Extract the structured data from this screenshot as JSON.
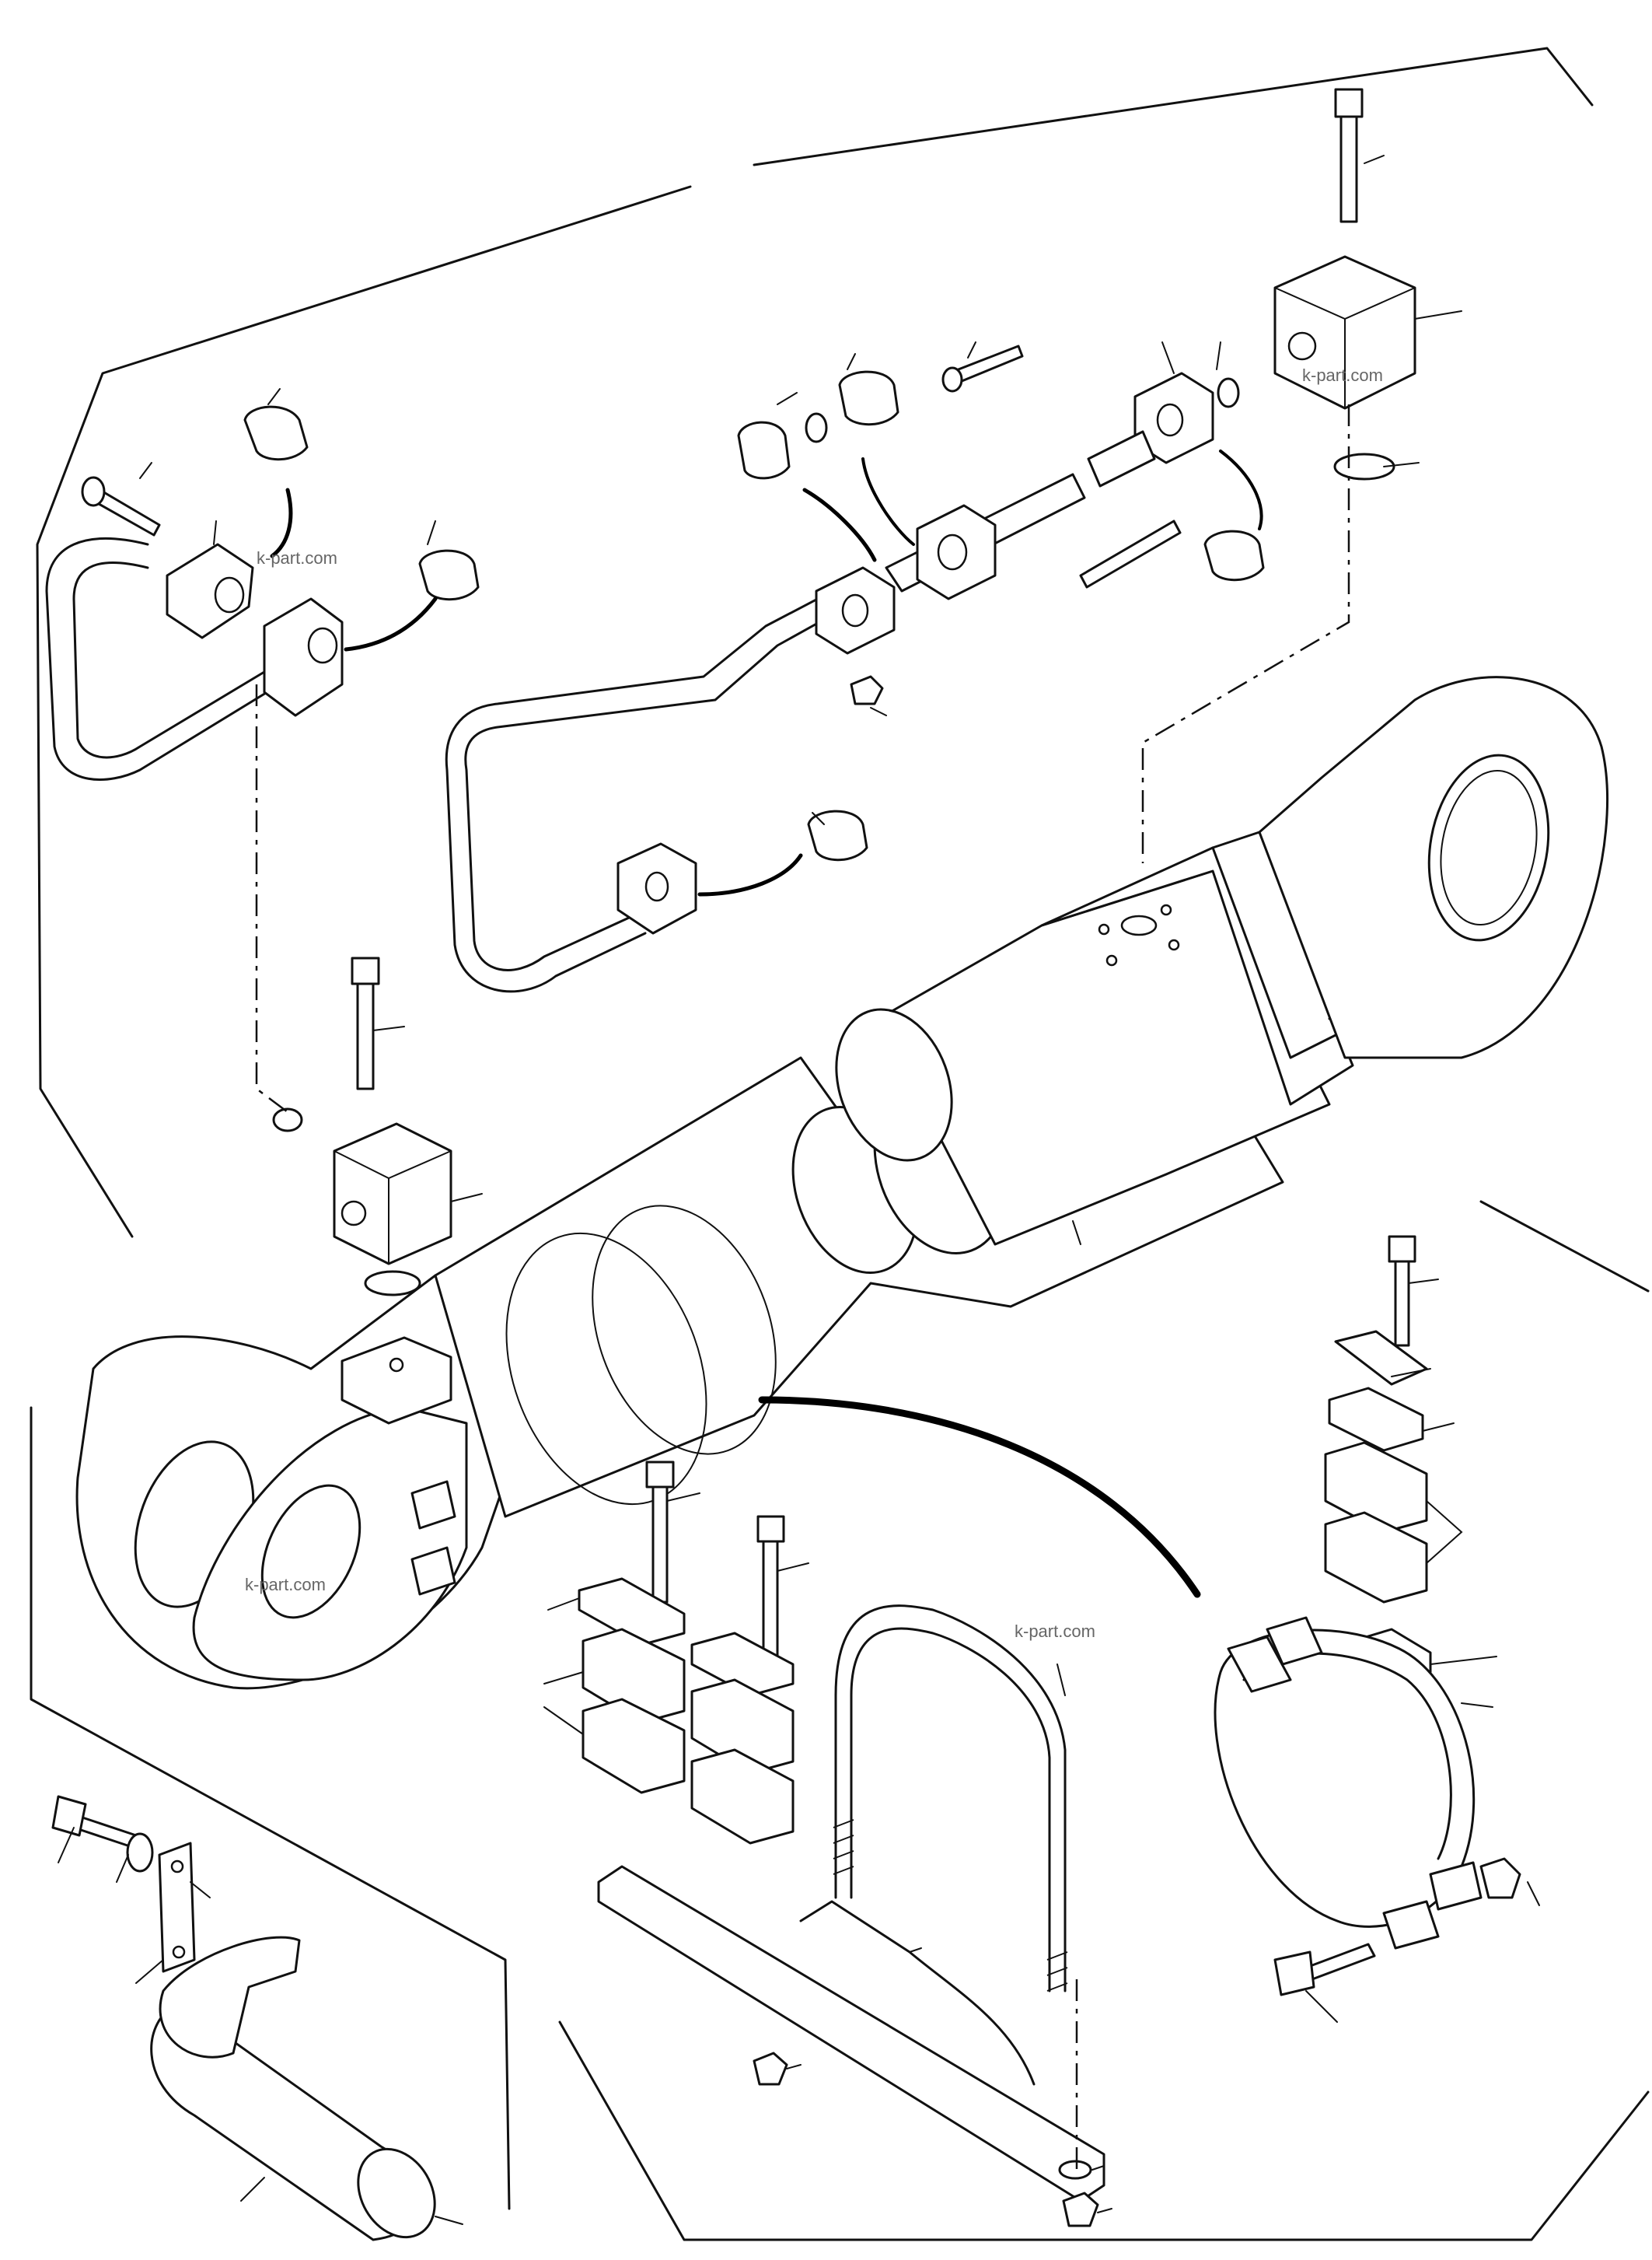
{
  "watermarks": [
    {
      "text": "k-part.com"
    },
    {
      "text": "k-part.com"
    },
    {
      "text": "k-part.com"
    },
    {
      "text": "k-part.com"
    }
  ]
}
